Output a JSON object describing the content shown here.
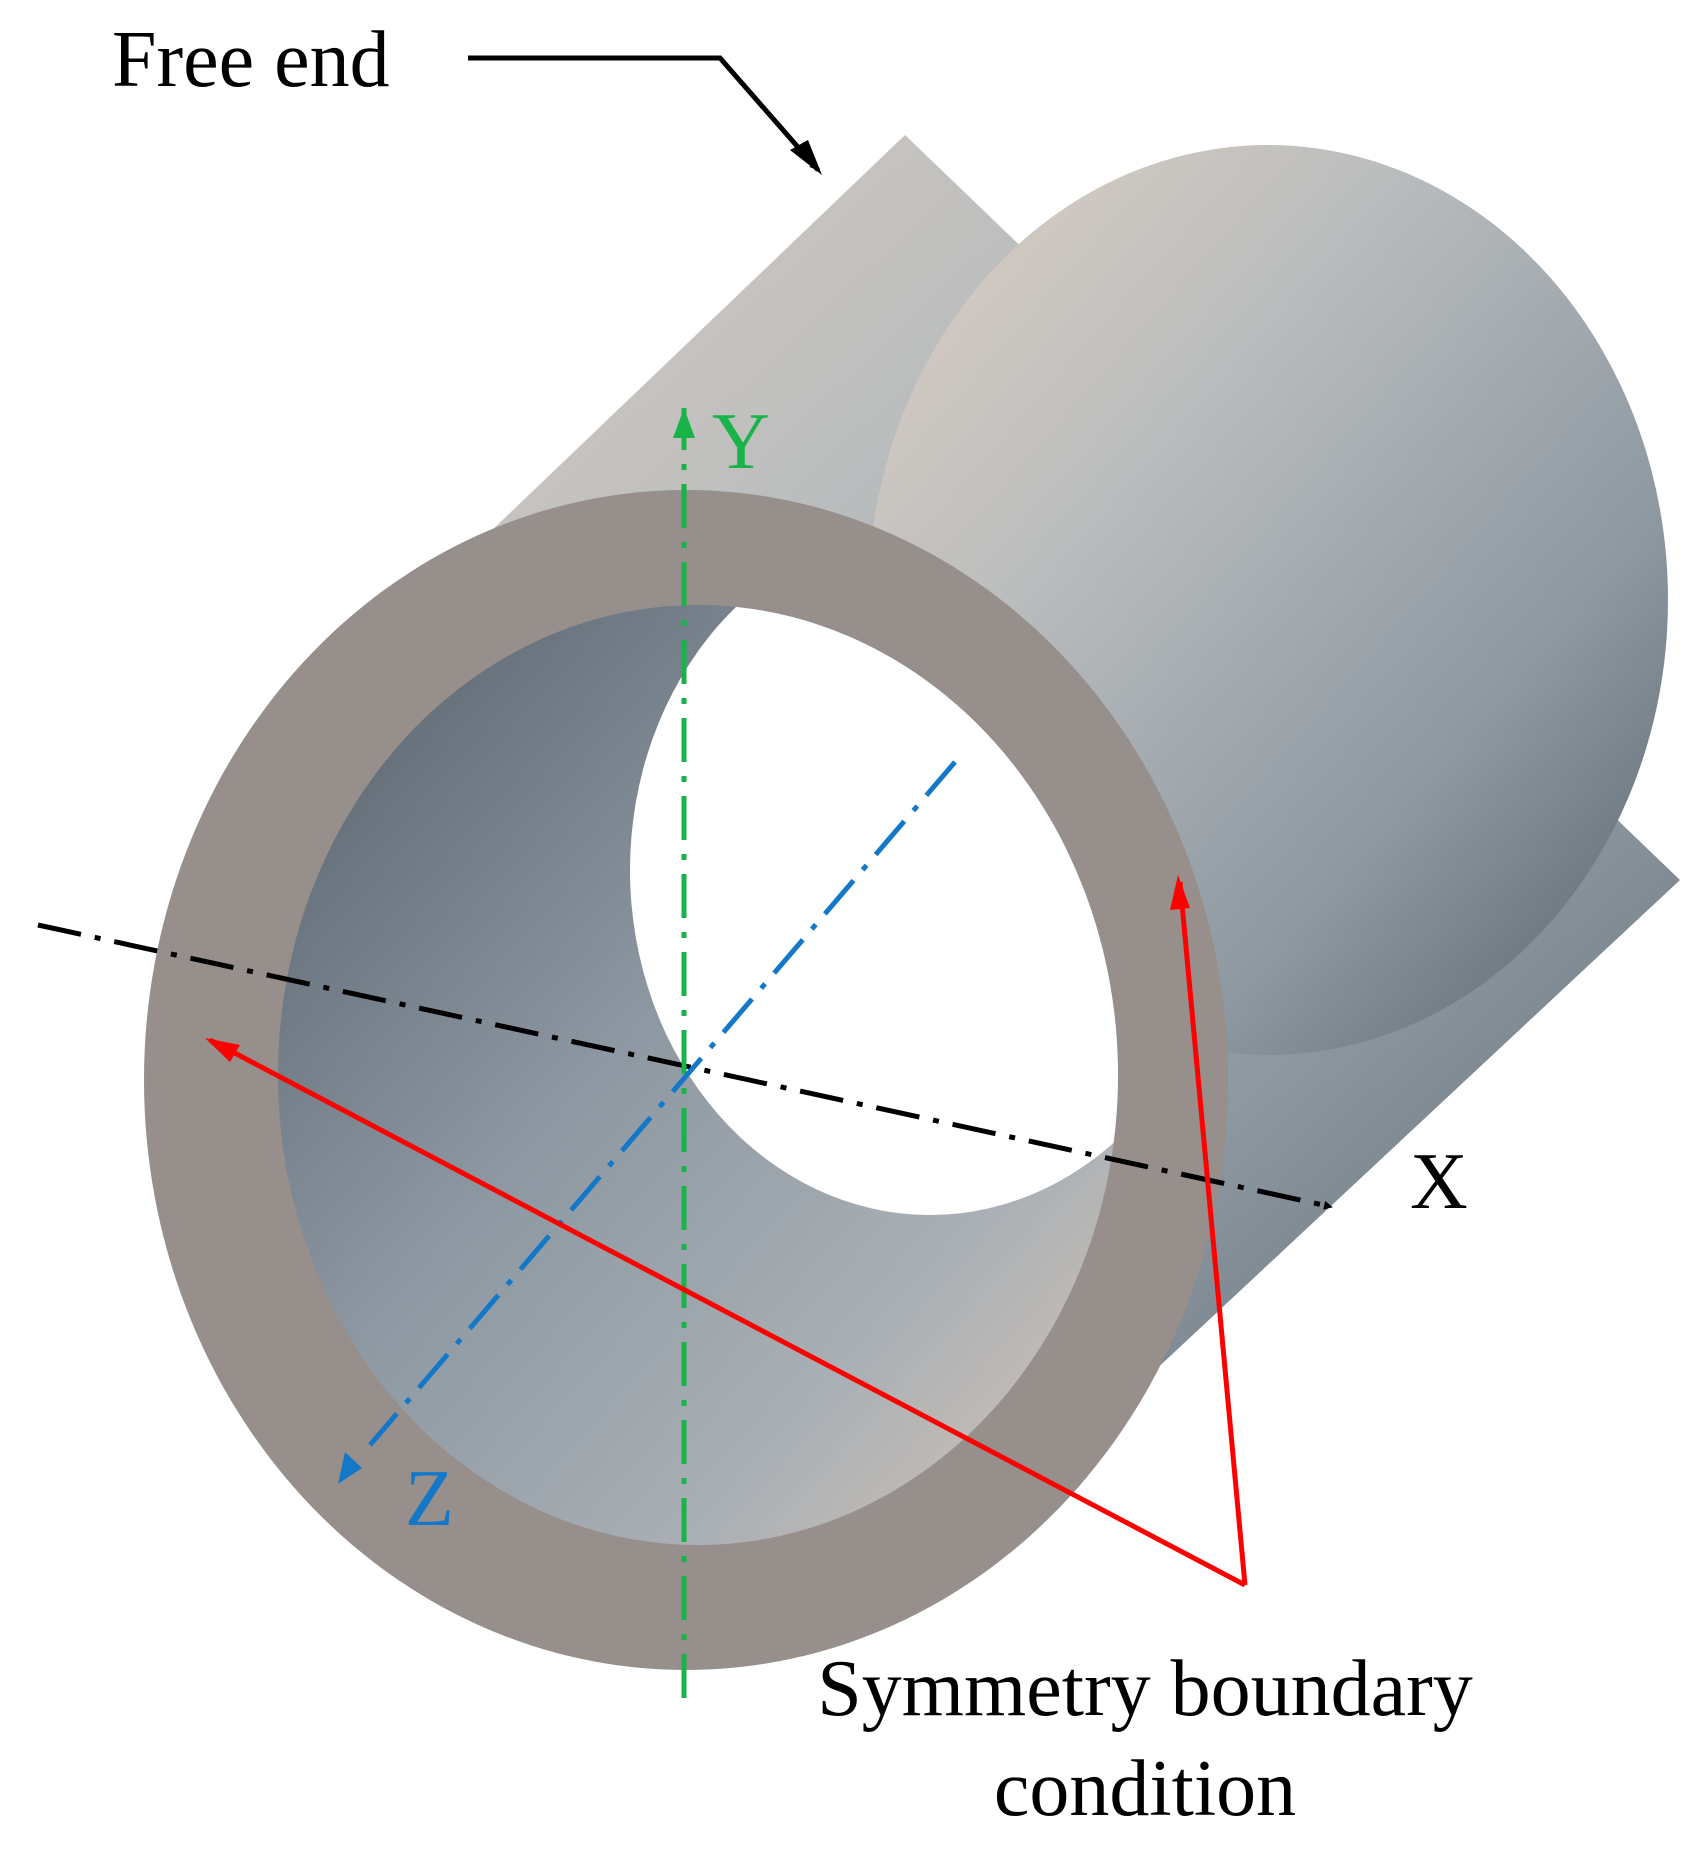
{
  "labels": {
    "free_end": "Free end",
    "axis_x": "X",
    "axis_y": "Y",
    "axis_z": "Z",
    "symmetry_line1": "Symmetry boundary",
    "symmetry_line2": "condition"
  },
  "colors": {
    "background": "#ffffff",
    "annulus_face": "#968f8b",
    "cylinder_light": "#d9cbbf",
    "cylinder_mid": "#9aa6ad",
    "cylinder_dark": "#5b6670",
    "bore_dark": "#5e6a74",
    "bore_light": "#d7c5b7",
    "axis_x": "#000000",
    "axis_y": "#19b34a",
    "axis_z": "#1478c8",
    "annotation_black": "#000000",
    "annotation_red": "#ff0000"
  }
}
